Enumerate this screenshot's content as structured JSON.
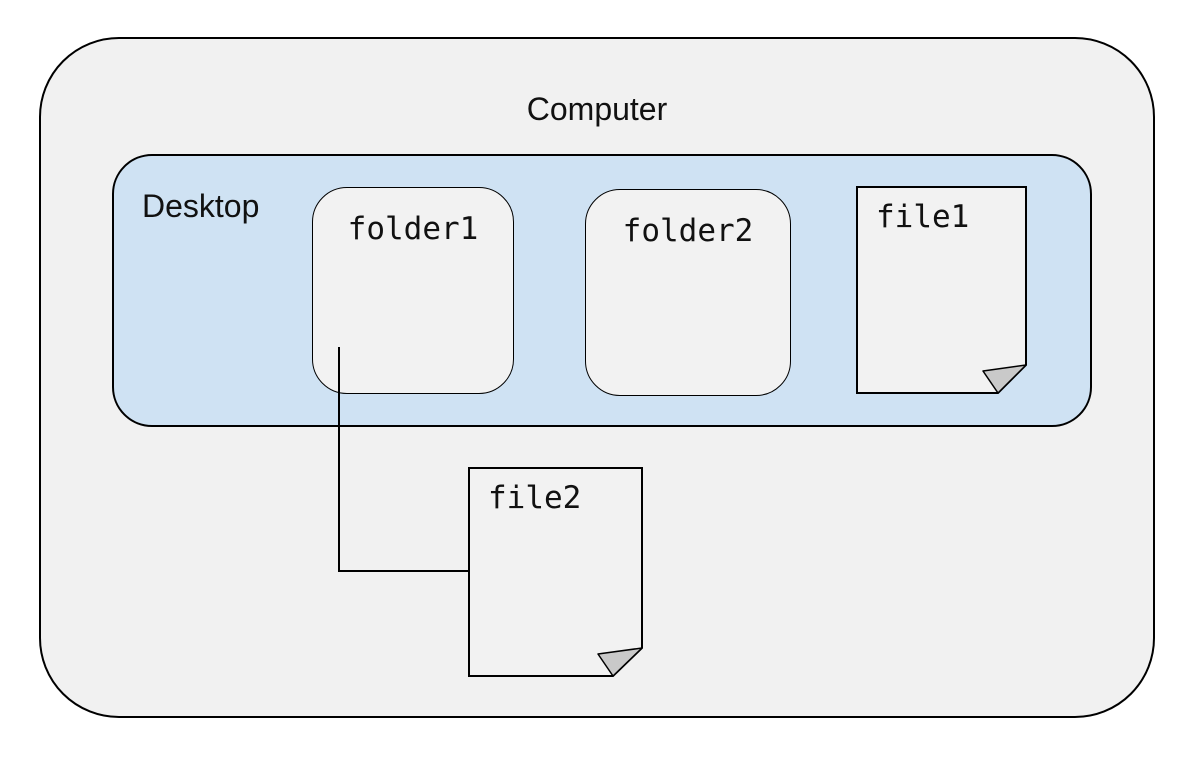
{
  "computer": {
    "label": "Computer"
  },
  "desktop": {
    "label": "Desktop",
    "items": [
      {
        "type": "folder",
        "label": "folder1"
      },
      {
        "type": "folder",
        "label": "folder2"
      },
      {
        "type": "file",
        "label": "file1"
      }
    ]
  },
  "computer_items": [
    {
      "type": "file",
      "label": "file2"
    }
  ],
  "connector": {
    "from": "folder1",
    "to": "file2",
    "style": "elbow"
  },
  "colors": {
    "computer_fill": "#f1f1f1",
    "desktop_fill": "#cfe2f3",
    "item_fill": "#f2f2f2",
    "outline": "#000000",
    "fold_fill": "#c9c9c9",
    "label_color": "#111111"
  }
}
